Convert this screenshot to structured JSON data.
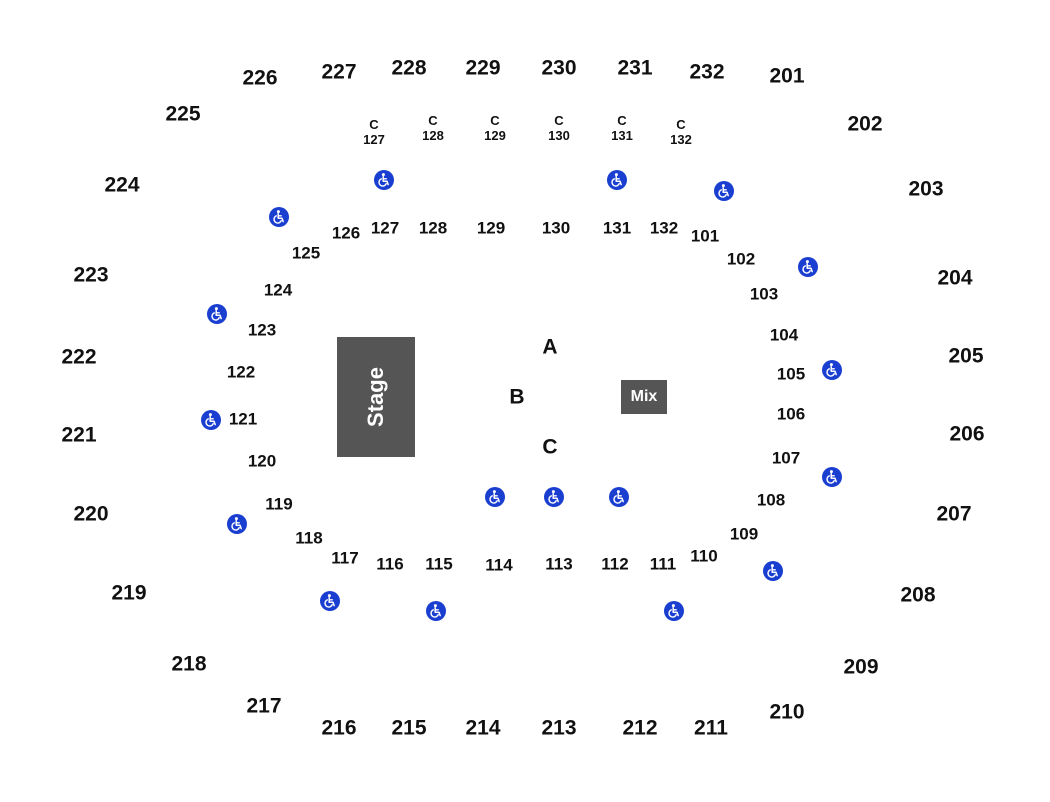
{
  "stage": {
    "label": "Stage"
  },
  "mix": {
    "label": "Mix"
  },
  "floor_sections": {
    "a": "A",
    "b": "B",
    "c": "C"
  },
  "upper_sections": {
    "s201": "201",
    "s202": "202",
    "s203": "203",
    "s204": "204",
    "s205": "205",
    "s206": "206",
    "s207": "207",
    "s208": "208",
    "s209": "209",
    "s210": "210",
    "s211": "211",
    "s212": "212",
    "s213": "213",
    "s214": "214",
    "s215": "215",
    "s216": "216",
    "s217": "217",
    "s218": "218",
    "s219": "219",
    "s220": "220",
    "s221": "221",
    "s222": "222",
    "s223": "223",
    "s224": "224",
    "s225": "225",
    "s226": "226",
    "s227": "227",
    "s228": "228",
    "s229": "229",
    "s230": "230",
    "s231": "231",
    "s232": "232"
  },
  "lower_sections": {
    "s101": "101",
    "s102": "102",
    "s103": "103",
    "s104": "104",
    "s105": "105",
    "s106": "106",
    "s107": "107",
    "s108": "108",
    "s109": "109",
    "s110": "110",
    "s111": "111",
    "s112": "112",
    "s113": "113",
    "s114": "114",
    "s115": "115",
    "s116": "116",
    "s117": "117",
    "s118": "118",
    "s119": "119",
    "s120": "120",
    "s121": "121",
    "s122": "122",
    "s123": "123",
    "s124": "124",
    "s125": "125",
    "s126": "126",
    "s127": "127",
    "s128": "128",
    "s129": "129",
    "s130": "130",
    "s131": "131",
    "s132": "132"
  },
  "club_sections": {
    "prefix": "C",
    "c127": "127",
    "c128": "128",
    "c129": "129",
    "c130": "130",
    "c131": "131",
    "c132": "132"
  },
  "icons": {
    "accessible": "wheelchair-icon"
  },
  "colors": {
    "stage_fill": "#555555",
    "mix_fill": "#555555",
    "accessible_blue": "#1a3fd0",
    "text": "#111111"
  }
}
